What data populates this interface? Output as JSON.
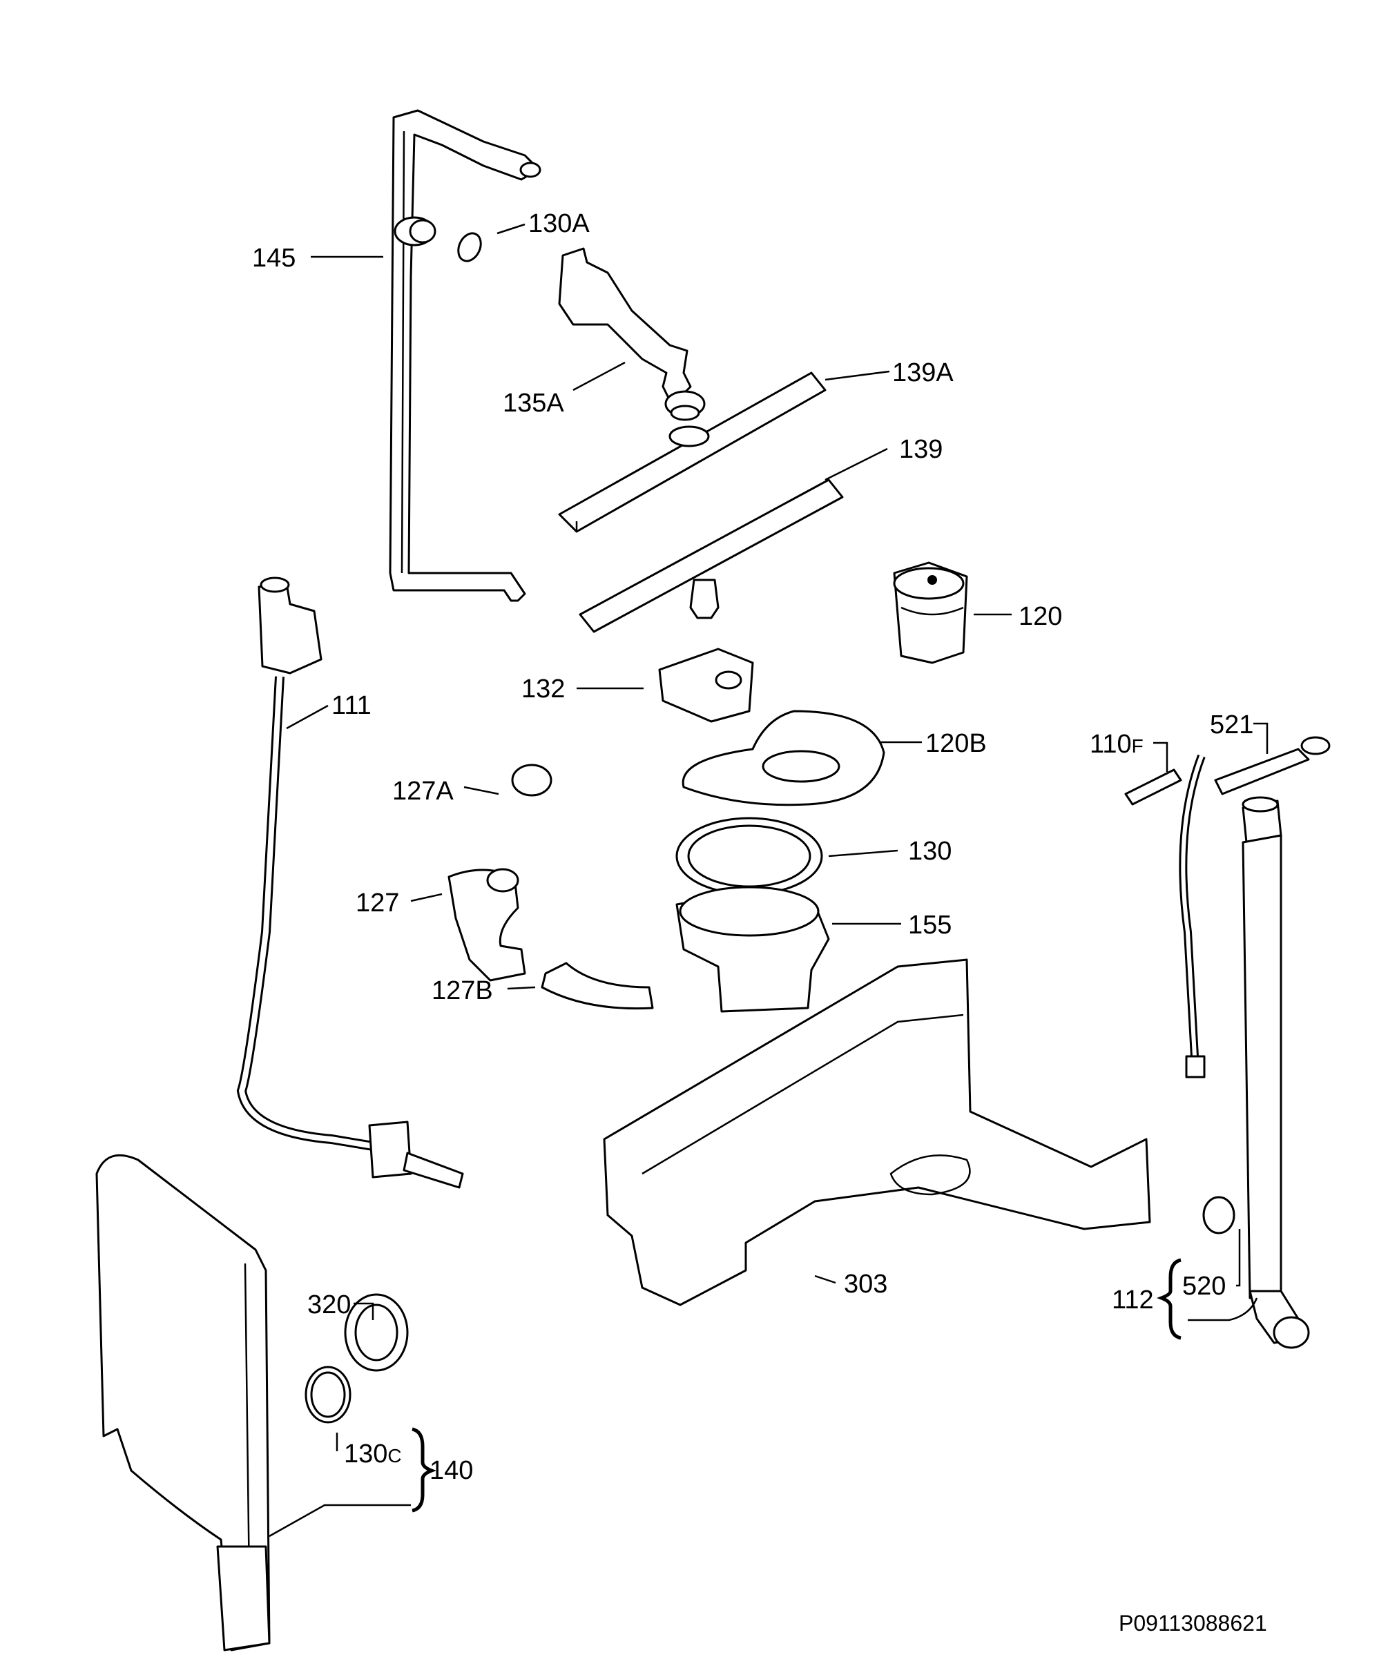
{
  "labels": {
    "p145": "145",
    "p130a": "130A",
    "p135a": "135A",
    "p139a": "139A",
    "p139": "139",
    "p120": "120",
    "p111": "111",
    "p132": "132",
    "p120b": "120B",
    "p110f_num": "110",
    "p110f_suffix": "F",
    "p521": "521",
    "p127a": "127A",
    "p130": "130",
    "p127": "127",
    "p155": "155",
    "p127b": "127B",
    "p303": "303",
    "p320": "320",
    "p112": "112",
    "p520": "520",
    "p130c_num": "130",
    "p130c_suffix": "C",
    "p140": "140"
  },
  "drawing_code": "P09113088621"
}
